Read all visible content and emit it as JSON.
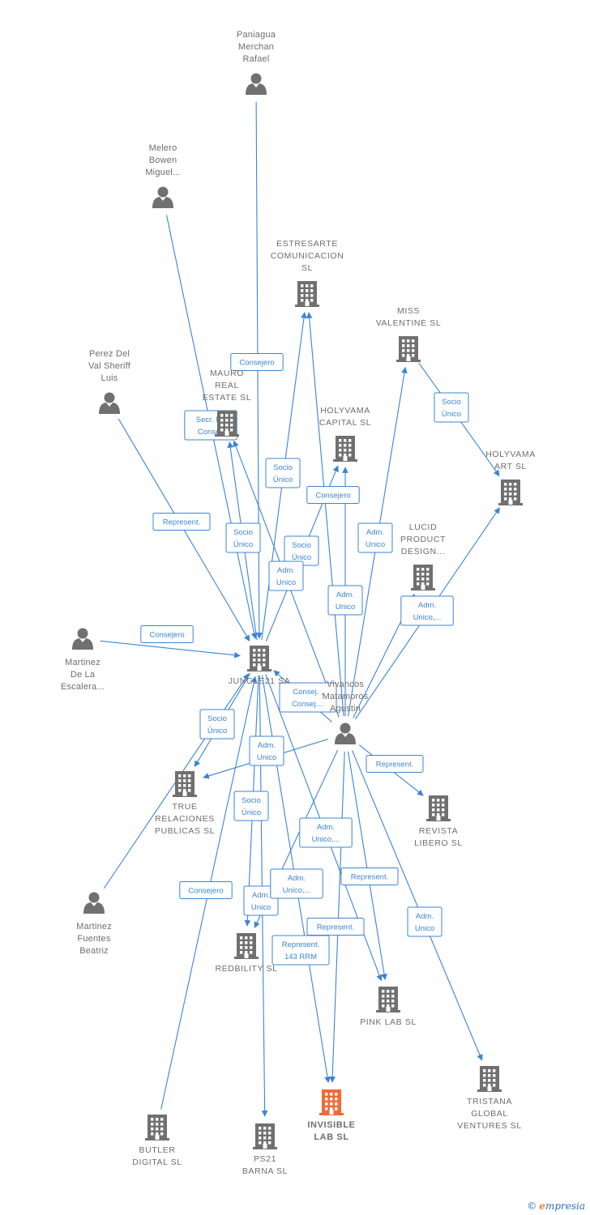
{
  "colors": {
    "node": "#707070",
    "focus": "#f26a35",
    "edge": "#3b84d6"
  },
  "nodes": [
    {
      "id": "paniagua",
      "kind": "person",
      "label": [
        "Paniagua",
        "Merchan",
        "Rafael"
      ]
    },
    {
      "id": "melero",
      "kind": "person",
      "label": [
        "Melero",
        "Bowen",
        "Miguel..."
      ]
    },
    {
      "id": "perez",
      "kind": "person",
      "label": [
        "Perez Del",
        "Val Sheriff",
        "Luis"
      ]
    },
    {
      "id": "martinez_escalera",
      "kind": "person",
      "label": [
        "Martinez",
        "De La",
        "Escalera..."
      ]
    },
    {
      "id": "martinez_fuentes",
      "kind": "person",
      "label": [
        "Martinez",
        "Fuentes",
        "Beatriz"
      ]
    },
    {
      "id": "vivancos",
      "kind": "person",
      "label": [
        "Vivancos",
        "Matamoros",
        "Agustin"
      ]
    },
    {
      "id": "estresarte",
      "kind": "company",
      "label": [
        "ESTRESARTE",
        "COMUNICACION",
        "SL"
      ]
    },
    {
      "id": "miss_valentine",
      "kind": "company",
      "label": [
        "MISS",
        "VALENTINE  SL"
      ]
    },
    {
      "id": "mauro",
      "kind": "company",
      "label": [
        "MAURO",
        "REAL",
        "ESTATE  SL"
      ]
    },
    {
      "id": "holyvama_capital",
      "kind": "company",
      "label": [
        "HOLYVAMA",
        "CAPITAL  SL"
      ]
    },
    {
      "id": "holyvama_art",
      "kind": "company",
      "label": [
        "HOLYVAMA",
        "ART  SL"
      ]
    },
    {
      "id": "lucid",
      "kind": "company",
      "label": [
        "LUCID",
        "PRODUCT",
        "DESIGN..."
      ]
    },
    {
      "id": "jungle21",
      "kind": "company",
      "label": [
        "JUNGLE21 SA"
      ]
    },
    {
      "id": "true_relaciones",
      "kind": "company",
      "label": [
        "TRUE",
        "RELACIONES",
        "PUBLICAS  SL"
      ]
    },
    {
      "id": "revista",
      "kind": "company",
      "label": [
        "REVISTA",
        "LIBERO SL"
      ]
    },
    {
      "id": "redbility",
      "kind": "company",
      "label": [
        "REDBILITY SL"
      ]
    },
    {
      "id": "pink_lab",
      "kind": "company",
      "label": [
        "PINK LAB  SL"
      ]
    },
    {
      "id": "tristana",
      "kind": "company",
      "label": [
        "TRISTANA",
        "GLOBAL",
        "VENTURES  SL"
      ]
    },
    {
      "id": "butler",
      "kind": "company",
      "label": [
        "BUTLER",
        "DIGITAL  SL"
      ]
    },
    {
      "id": "ps21",
      "kind": "company",
      "label": [
        "PS21",
        "BARNA  SL"
      ]
    },
    {
      "id": "invisible_lab",
      "kind": "focus",
      "label": [
        "INVISIBLE",
        "LAB  SL"
      ]
    }
  ],
  "edges": [
    {
      "from": "paniagua",
      "to": "jungle21",
      "label": [
        "Consejero"
      ]
    },
    {
      "from": "melero",
      "to": "jungle21",
      "label": [
        "Represent."
      ]
    },
    {
      "from": "perez",
      "to": "jungle21",
      "label": [
        "Represent."
      ]
    },
    {
      "from": "martinez_escalera",
      "to": "jungle21",
      "label": [
        "Consejero"
      ]
    },
    {
      "from": "jungle21",
      "to": "mauro",
      "label": [
        "Socio",
        "Único"
      ]
    },
    {
      "from": "jungle21",
      "to": "estresarte",
      "label": [
        "Socio",
        "Único"
      ]
    },
    {
      "from": "jungle21",
      "to": "holyvama_capital",
      "label": [
        "Socio",
        "Único"
      ]
    },
    {
      "from": "jungle21",
      "to": "true_relaciones",
      "label": [
        "Socio",
        "Único"
      ]
    },
    {
      "from": "jungle21",
      "to": "redbility",
      "label": [
        "Socio",
        "Único"
      ]
    },
    {
      "from": "jungle21",
      "to": "ps21",
      "label": [
        "Represent.",
        "143 RRM"
      ]
    },
    {
      "from": "jungle21",
      "to": "invisible_lab",
      "label": [
        "Represent."
      ]
    },
    {
      "from": "jungle21",
      "to": "pink_lab",
      "label": [
        "Represent."
      ]
    },
    {
      "from": "vivancos",
      "to": "mauro",
      "label": [
        "Secr.  No",
        "Consej."
      ]
    },
    {
      "from": "vivancos",
      "to": "jungle21",
      "label": [
        "Consej. ,",
        "Consej...."
      ]
    },
    {
      "from": "vivancos",
      "to": "estresarte",
      "label": [
        "Adm.",
        "Unico"
      ]
    },
    {
      "from": "vivancos",
      "to": "holyvama_capital",
      "label": [
        "Consejero"
      ]
    },
    {
      "from": "vivancos",
      "to": "miss_valentine",
      "label": [
        "Adm.",
        "Unico"
      ]
    },
    {
      "from": "vivancos",
      "to": "lucid",
      "label": [
        "Adm.",
        "Unico"
      ]
    },
    {
      "from": "vivancos",
      "to": "holyvama_art",
      "label": [
        "Adm.",
        "Unico,..."
      ]
    },
    {
      "from": "vivancos",
      "to": "true_relaciones",
      "label": [
        "Adm.",
        "Unico"
      ]
    },
    {
      "from": "vivancos",
      "to": "revista",
      "label": [
        "Represent."
      ]
    },
    {
      "from": "vivancos",
      "to": "redbility",
      "label": [
        "Adm.",
        "Unico"
      ]
    },
    {
      "from": "vivancos",
      "to": "pink_lab",
      "label": [
        "Adm.",
        "Unico,..."
      ]
    },
    {
      "from": "vivancos",
      "to": "invisible_lab",
      "label": [
        "Adm.",
        "Unico,..."
      ]
    },
    {
      "from": "vivancos",
      "to": "tristana",
      "label": [
        "Adm.",
        "Unico"
      ]
    },
    {
      "from": "miss_valentine",
      "to": "holyvama_art",
      "label": [
        "Socio",
        "Único"
      ]
    },
    {
      "from": "martinez_fuentes",
      "to": "jungle21",
      "label": [
        "Socio",
        "Único"
      ]
    },
    {
      "from": "butler",
      "to": "jungle21",
      "label": [
        "Consejero"
      ]
    }
  ],
  "copyright": {
    "symbol": "©",
    "brand_initial": "e",
    "brand_rest": "mpresia"
  }
}
